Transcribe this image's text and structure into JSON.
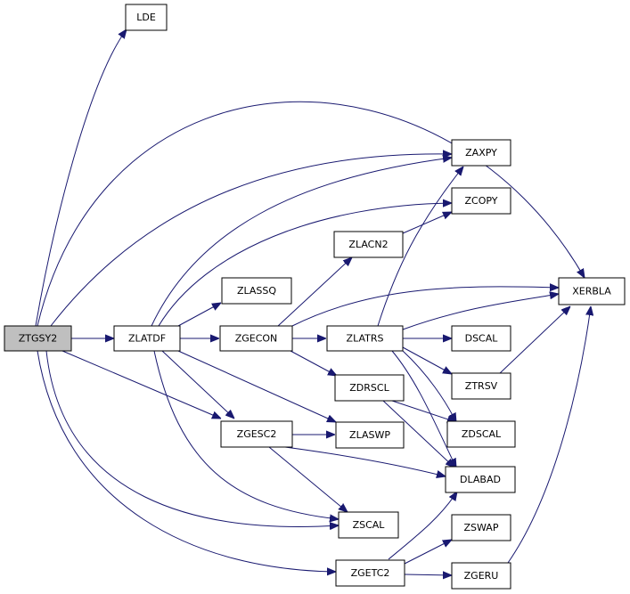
{
  "graph": {
    "root": "ZTGSY2",
    "nodes": [
      {
        "id": "LDE",
        "label": "LDE"
      },
      {
        "id": "ZTGSY2",
        "label": "ZTGSY2"
      },
      {
        "id": "ZLATDF",
        "label": "ZLATDF"
      },
      {
        "id": "ZAXPY",
        "label": "ZAXPY"
      },
      {
        "id": "ZCOPY",
        "label": "ZCOPY"
      },
      {
        "id": "ZLACN2",
        "label": "ZLACN2"
      },
      {
        "id": "ZLASSQ",
        "label": "ZLASSQ"
      },
      {
        "id": "XERBLA",
        "label": "XERBLA"
      },
      {
        "id": "ZGECON",
        "label": "ZGECON"
      },
      {
        "id": "ZLATRS",
        "label": "ZLATRS"
      },
      {
        "id": "DSCAL",
        "label": "DSCAL"
      },
      {
        "id": "ZDRSCL",
        "label": "ZDRSCL"
      },
      {
        "id": "ZTRSV",
        "label": "ZTRSV"
      },
      {
        "id": "ZGESC2",
        "label": "ZGESC2"
      },
      {
        "id": "ZLASWP",
        "label": "ZLASWP"
      },
      {
        "id": "ZDSCAL",
        "label": "ZDSCAL"
      },
      {
        "id": "DLABAD",
        "label": "DLABAD"
      },
      {
        "id": "ZSCAL",
        "label": "ZSCAL"
      },
      {
        "id": "ZSWAP",
        "label": "ZSWAP"
      },
      {
        "id": "ZGETC2",
        "label": "ZGETC2"
      },
      {
        "id": "ZGERU",
        "label": "ZGERU"
      }
    ],
    "edges": [
      {
        "from": "ZTGSY2",
        "to": "LDE"
      },
      {
        "from": "ZTGSY2",
        "to": "XERBLA"
      },
      {
        "from": "ZTGSY2",
        "to": "ZAXPY"
      },
      {
        "from": "ZTGSY2",
        "to": "ZLATDF"
      },
      {
        "from": "ZTGSY2",
        "to": "ZGESC2"
      },
      {
        "from": "ZTGSY2",
        "to": "ZSCAL"
      },
      {
        "from": "ZTGSY2",
        "to": "ZGETC2"
      },
      {
        "from": "ZLATDF",
        "to": "ZAXPY"
      },
      {
        "from": "ZLATDF",
        "to": "ZCOPY"
      },
      {
        "from": "ZLATDF",
        "to": "ZLASSQ"
      },
      {
        "from": "ZLATDF",
        "to": "ZGECON"
      },
      {
        "from": "ZLATDF",
        "to": "ZLASWP"
      },
      {
        "from": "ZLATDF",
        "to": "ZGESC2"
      },
      {
        "from": "ZLATDF",
        "to": "ZSCAL"
      },
      {
        "from": "ZGECON",
        "to": "ZLACN2"
      },
      {
        "from": "ZGECON",
        "to": "XERBLA"
      },
      {
        "from": "ZGECON",
        "to": "ZLATRS"
      },
      {
        "from": "ZGECON",
        "to": "ZDRSCL"
      },
      {
        "from": "ZLACN2",
        "to": "ZCOPY"
      },
      {
        "from": "ZLATRS",
        "to": "ZAXPY"
      },
      {
        "from": "ZLATRS",
        "to": "XERBLA"
      },
      {
        "from": "ZLATRS",
        "to": "DSCAL"
      },
      {
        "from": "ZLATRS",
        "to": "ZTRSV"
      },
      {
        "from": "ZLATRS",
        "to": "ZDSCAL"
      },
      {
        "from": "ZLATRS",
        "to": "DLABAD"
      },
      {
        "from": "ZTRSV",
        "to": "XERBLA"
      },
      {
        "from": "ZDRSCL",
        "to": "ZDSCAL"
      },
      {
        "from": "ZDRSCL",
        "to": "DLABAD"
      },
      {
        "from": "ZGESC2",
        "to": "ZLASWP"
      },
      {
        "from": "ZGESC2",
        "to": "DLABAD"
      },
      {
        "from": "ZGESC2",
        "to": "ZSCAL"
      },
      {
        "from": "ZGETC2",
        "to": "DLABAD"
      },
      {
        "from": "ZGETC2",
        "to": "ZSWAP"
      },
      {
        "from": "ZGETC2",
        "to": "ZGERU"
      },
      {
        "from": "ZGERU",
        "to": "XERBLA"
      }
    ]
  }
}
